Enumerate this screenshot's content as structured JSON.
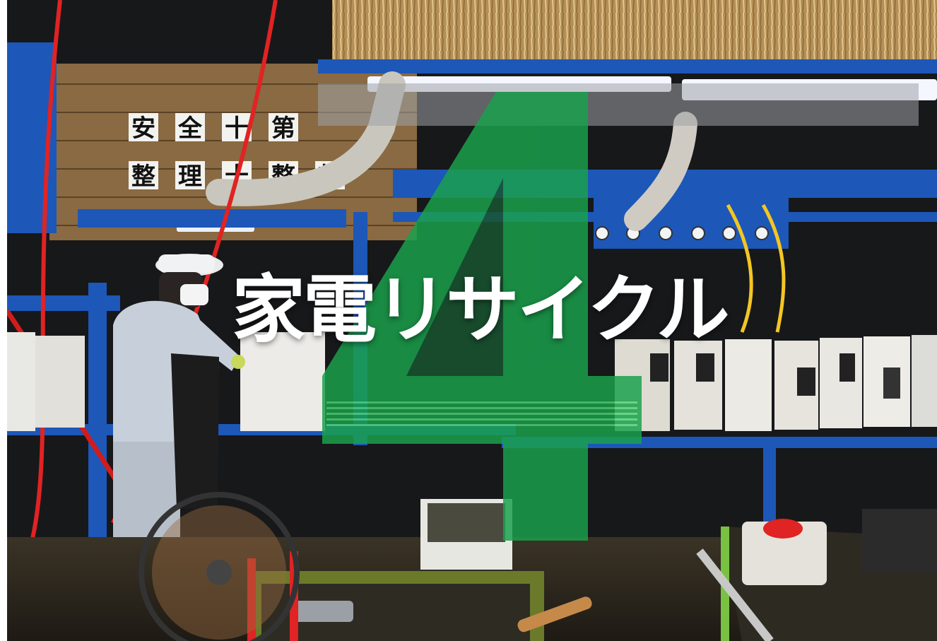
{
  "hero": {
    "title": "家電リサイクル",
    "number": "4",
    "number_color": "#1aa14c"
  },
  "scene": {
    "wall_signs": [
      "安",
      "全",
      "十",
      "第",
      "整",
      "理",
      "十",
      "整",
      "頓"
    ]
  },
  "colors": {
    "steel_blue": "#1d57b8",
    "hose_red": "#e02323",
    "straw_ceiling": "#c9a96b",
    "appliance_white": "#e8e8e4"
  }
}
